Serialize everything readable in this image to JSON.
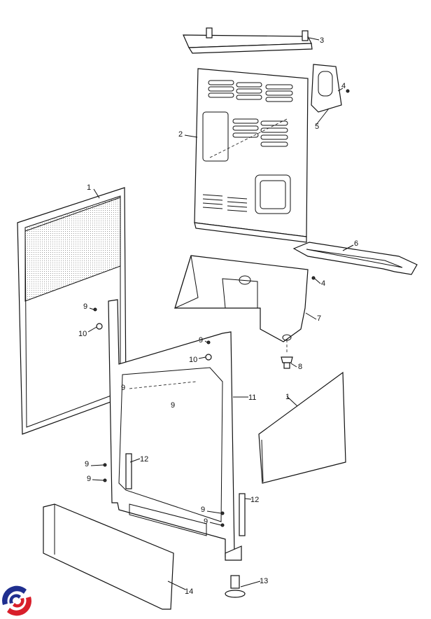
{
  "diagram": {
    "callouts": [
      {
        "id": "c3",
        "text": "3"
      },
      {
        "id": "c4a",
        "text": "4"
      },
      {
        "id": "c5",
        "text": "5"
      },
      {
        "id": "c2",
        "text": "2"
      },
      {
        "id": "c1a",
        "text": "1"
      },
      {
        "id": "c6",
        "text": "6"
      },
      {
        "id": "c4b",
        "text": "4"
      },
      {
        "id": "c7",
        "text": "7"
      },
      {
        "id": "c9a",
        "text": "9"
      },
      {
        "id": "c10a",
        "text": "10"
      },
      {
        "id": "c9b",
        "text": "9"
      },
      {
        "id": "c10b",
        "text": "10"
      },
      {
        "id": "c8",
        "text": "8"
      },
      {
        "id": "c9c",
        "text": "9"
      },
      {
        "id": "c9d",
        "text": "9"
      },
      {
        "id": "c11",
        "text": "11"
      },
      {
        "id": "c1b",
        "text": "1"
      },
      {
        "id": "c12a",
        "text": "12"
      },
      {
        "id": "c9e",
        "text": "9"
      },
      {
        "id": "c9f",
        "text": "9"
      },
      {
        "id": "c9g",
        "text": "9"
      },
      {
        "id": "c12b",
        "text": "12"
      },
      {
        "id": "c9h",
        "text": "9"
      },
      {
        "id": "c13",
        "text": "13"
      },
      {
        "id": "c14",
        "text": "14"
      }
    ],
    "logo_colors": {
      "blue": "#1f2f8f",
      "red": "#d81e2a"
    }
  }
}
